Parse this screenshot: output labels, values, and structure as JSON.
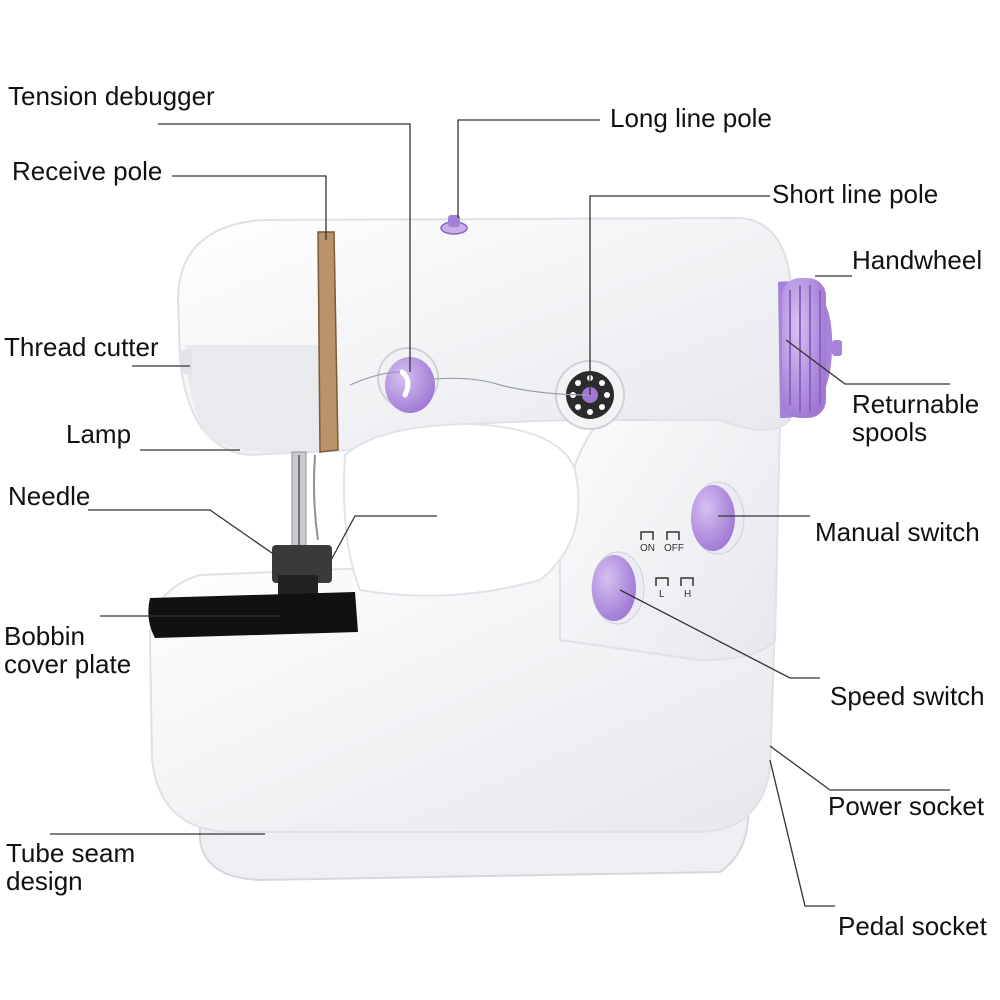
{
  "labels": {
    "tension_debugger": "Tension debugger",
    "receive_pole": "Receive pole",
    "thread_cutter": "Thread cutter",
    "lamp": "Lamp",
    "needle": "Needle",
    "bobbin_cover_plate": [
      "Bobbin",
      "cover plate"
    ],
    "tube_seam_design": [
      "Tube seam",
      "design"
    ],
    "long_line_pole": "Long line pole",
    "short_line_pole": "Short line pole",
    "handwheel": "Handwheel",
    "returnable_spools": [
      "Returnable",
      "spools"
    ],
    "manual_switch": "Manual switch",
    "speed_switch": "Speed switch",
    "power_socket": "Power socket",
    "pedal_socket": "Pedal socket"
  },
  "switch_marks": {
    "on": "ON",
    "off": "OFF",
    "low": "L",
    "high": "H"
  },
  "colors": {
    "accent_purple": "#b48ee0",
    "accent_purple_dark": "#8c63c4",
    "body_white": "#f7f7f9",
    "shadow_grey": "#d9dbe0",
    "leader_line": "#333333"
  }
}
